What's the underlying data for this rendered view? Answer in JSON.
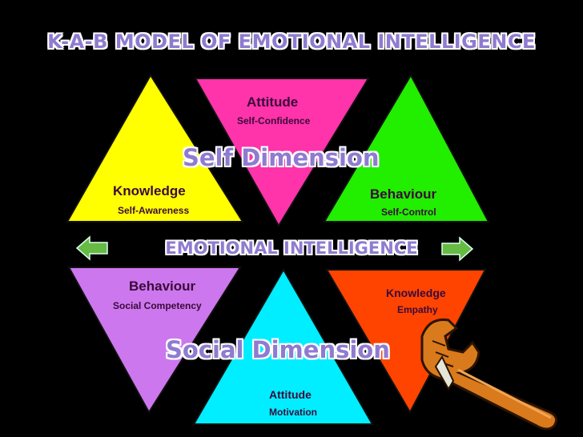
{
  "title": "K-A-B MODEL OF EMOTIONAL INTELLIGENCE",
  "center_label": "EMOTIONAL INTELLIGENCE",
  "self_dimension": {
    "label": "Self Dimension",
    "attitude": {
      "heading": "Attitude",
      "sub": "Self-Confidence",
      "color": "#ff33aa"
    },
    "knowledge": {
      "heading": "Knowledge",
      "sub": "Self-Awareness",
      "color": "#ffff00"
    },
    "behaviour": {
      "heading": "Behaviour",
      "sub": "Self-Control",
      "color": "#22ee00"
    }
  },
  "social_dimension": {
    "label": "Social Dimension",
    "behaviour": {
      "heading": "Behaviour",
      "sub": "Social Competency",
      "color": "#cc77ee"
    },
    "knowledge": {
      "heading": "Knowledge",
      "sub": "Empathy",
      "color": "#ff4400"
    },
    "attitude": {
      "heading": "Attitude",
      "sub": "Motivation",
      "color": "#00eeff"
    }
  },
  "icons": {
    "left_arrow": "left-arrow-icon",
    "right_arrow": "right-arrow-icon",
    "wrench": "wrench-icon"
  },
  "arrow_color": "#66bb44"
}
